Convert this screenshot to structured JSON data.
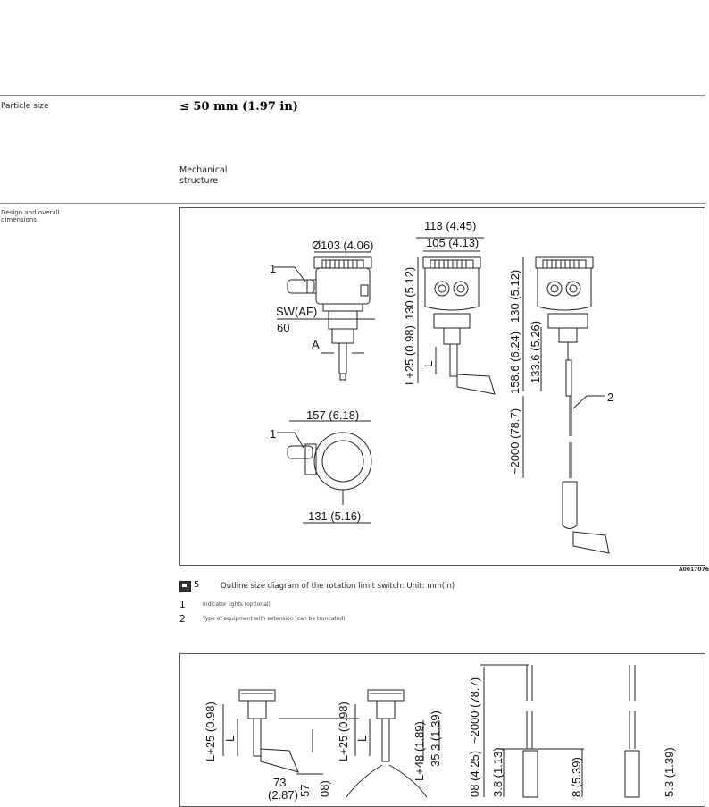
{
  "sections": {
    "particle": {
      "label": "Particle size",
      "value": "≤ 50 mm (1.97 in)"
    },
    "mechanical": {
      "label": "Mechanical structure"
    },
    "design": {
      "label": "Design and overall dimensions"
    }
  },
  "figure5": {
    "id": "A0017076",
    "number": "5",
    "caption": "Outline size diagram of the rotation limit switch: Unit: mm(in)",
    "legend": [
      {
        "num": "1",
        "text": "Indicator lights (optional)"
      },
      {
        "num": "2",
        "text": "Type of equipment with extension (can be truncated)"
      }
    ],
    "dims": {
      "d103": "Ø103 (4.06)",
      "w113": "113 (4.45)",
      "w105": "105 (4.13)",
      "h130a": "130 (5.12)",
      "h130b": "130 (5.12)",
      "l25": "L+25 (0.98)",
      "l": "L",
      "swaf": "SW(AF)",
      "sw60": "60",
      "a": "A",
      "h158": "158.6 (6.24)",
      "h133": "133.6 (5.26)",
      "h2000": "~2000 (78.7)",
      "w157": "157 (6.18)",
      "w131": "131 (5.16)",
      "call1a": "1",
      "call1b": "1",
      "call2": "2"
    }
  },
  "figure6": {
    "dims": {
      "l25a": "L+25 (0.98)",
      "la": "L",
      "l25b": "L+25 (0.98)",
      "lb": "L",
      "l48": "L+48 (1.89)",
      "v353": "35.3 (1.39)",
      "w73": "73",
      "w287": "(2.87)",
      "v57": "57",
      "v08": "08)",
      "h2000": "~2000 (78.7)",
      "v108": "08 (4.25)",
      "v38": "3.8 (1.13)",
      "v137": "8 (5.39)",
      "v353b": "5.3 (1.39)"
    }
  }
}
